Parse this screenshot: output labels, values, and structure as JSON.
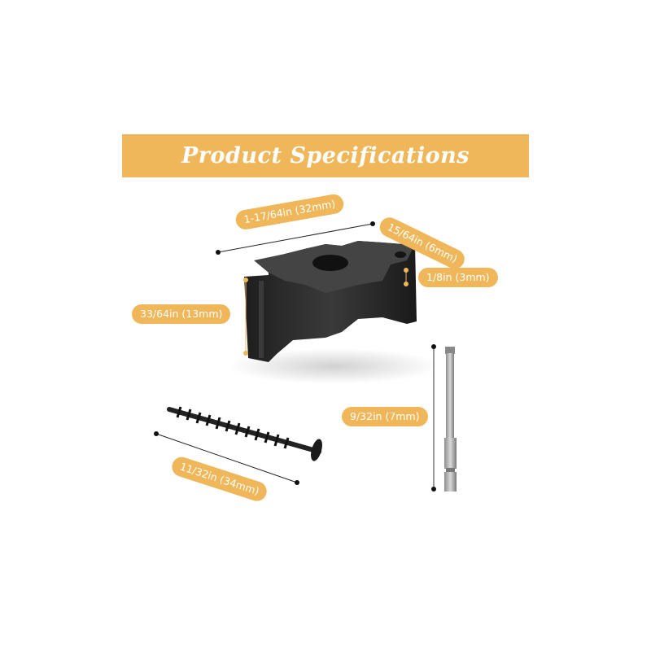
{
  "theme": {
    "accent": "#F0B75A",
    "text_on_accent": "#FFFFFF",
    "object_dark": "#2a2a2a"
  },
  "banner": {
    "title": "Product Specifications"
  },
  "dimensions": {
    "clip_length": "1-17/64in (32mm)",
    "clip_width": "15/64in (6mm)",
    "clip_tab": "1/8in (3mm)",
    "clip_height": "33/64in (13mm)",
    "bit_length": "9/32in (7mm)",
    "screw_length": "11/32in (34mm)"
  }
}
